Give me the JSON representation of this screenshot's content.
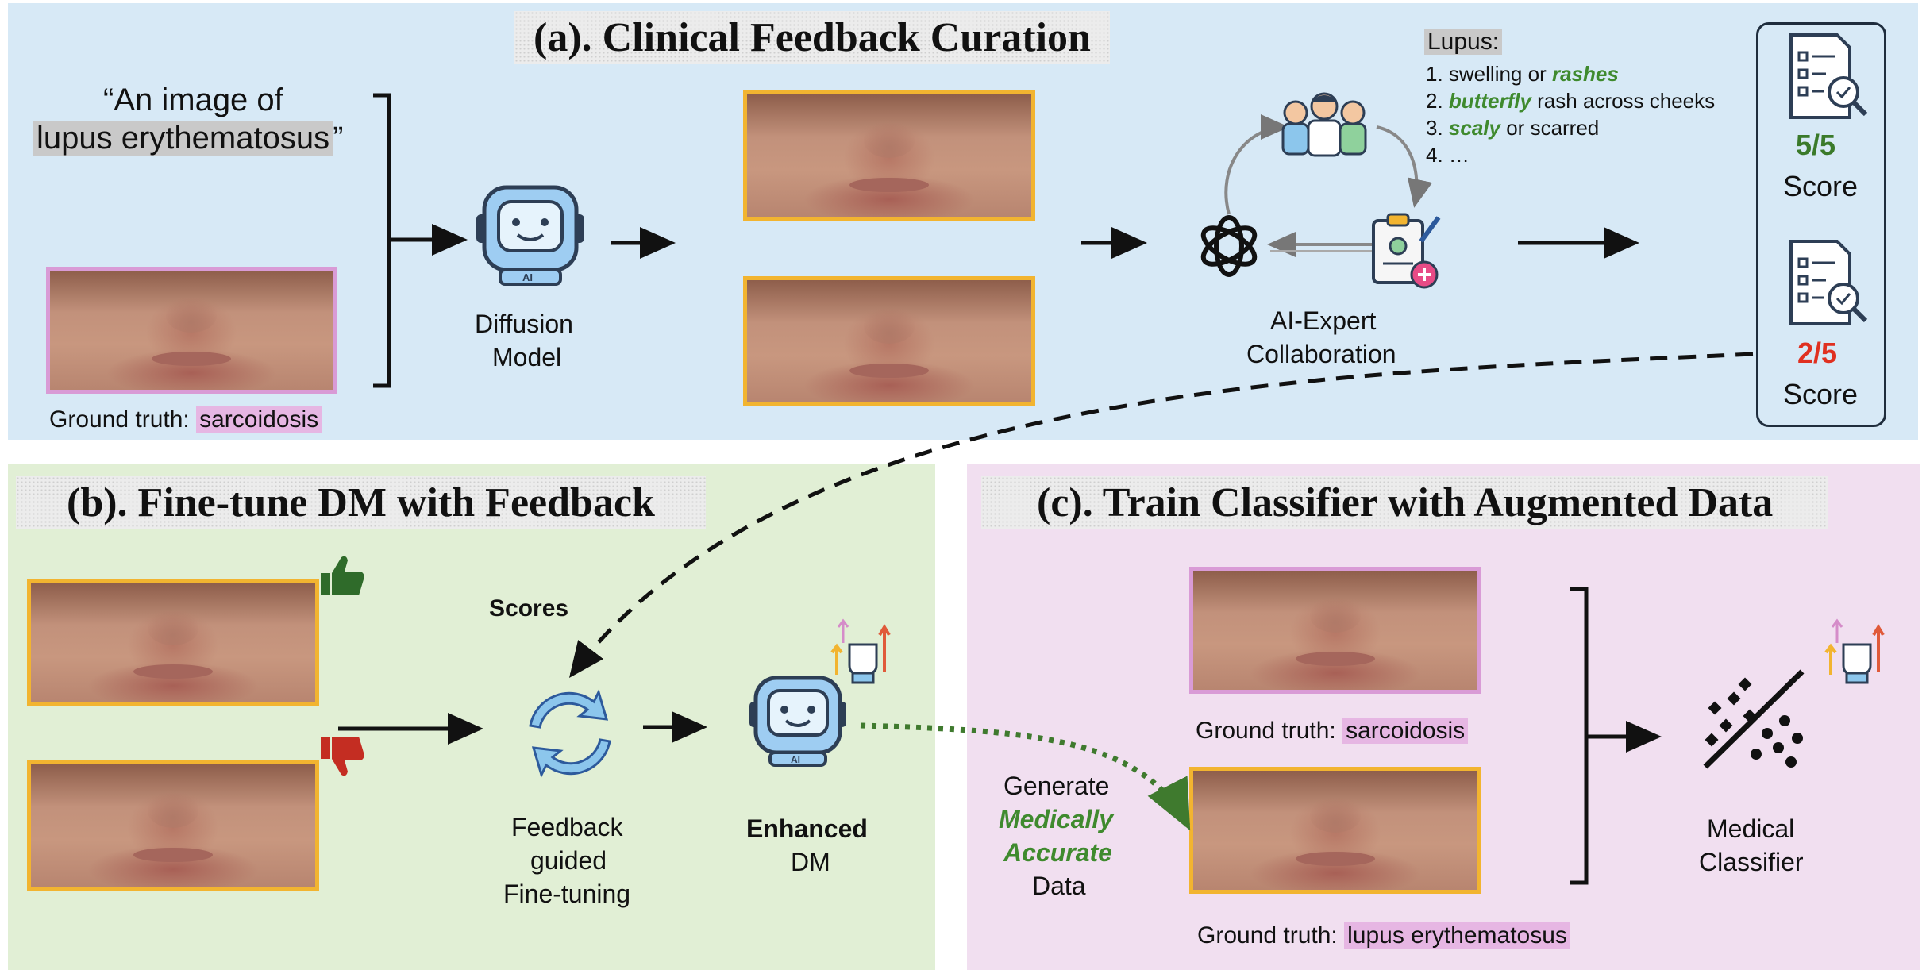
{
  "panel_a": {
    "title": "(a). Clinical Feedback Curation",
    "prompt_line1": "“An image of",
    "prompt_line2": "lupus erythematosus",
    "prompt_close": "”",
    "ground_truth_label": "Ground truth:",
    "ground_truth_value": "sarcoidosis",
    "diffusion_label_1": "Diffusion",
    "diffusion_label_2": "Model",
    "collab_label_1": "AI-Expert",
    "collab_label_2": "Collaboration",
    "criteria": {
      "heading": "Lupus:",
      "item1_prefix": "1. swelling or ",
      "item1_emph": "rashes",
      "item2_prefix": "2. ",
      "item2_emph": "butterfly",
      "item2_suffix": " rash across cheeks",
      "item3_prefix": "3. ",
      "item3_emph": "scaly",
      "item3_suffix": " or scarred",
      "item4": "4. …"
    },
    "score_high": "5/5",
    "score_low": "2/5",
    "score_label": "Score"
  },
  "panel_b": {
    "title": "(b). Fine-tune DM with Feedback",
    "scores_label": "Scores",
    "feedback_label_1": "Feedback",
    "feedback_label_2": "guided",
    "feedback_label_3": "Fine-tuning",
    "enhanced_label_1": "Enhanced",
    "enhanced_label_2": "DM"
  },
  "panel_c": {
    "title": "(c). Train Classifier with Augmented Data",
    "gt_label": "Ground truth:",
    "gt_value_1": "sarcoidosis",
    "gt_value_2": "lupus erythematosus",
    "generate_1": "Generate",
    "generate_2": "Medically",
    "generate_3": "Accurate",
    "generate_4": "Data",
    "classifier_1": "Medical",
    "classifier_2": "Classifier"
  },
  "icons": {
    "robot": "robot-ai-icon",
    "openai": "openai-logo-icon",
    "doctors": "medical-team-icon",
    "report": "medical-report-icon",
    "checklist": "checklist-magnifier-icon",
    "thumbs_up": "thumbs-up-icon",
    "thumbs_down": "thumbs-down-icon",
    "refresh": "refresh-cycle-icon",
    "strength": "fist-arrows-icon",
    "classifier": "classifier-scatter-icon"
  },
  "colors": {
    "panel_a": "#d7e9f6",
    "panel_b": "#e1efd5",
    "panel_c": "#f1dff0",
    "score_good": "#3a7a2a",
    "score_bad": "#e03020",
    "emphasis_green": "#3f8a2e",
    "border_yellow": "#f2b430",
    "border_pink": "#d99bd6"
  }
}
